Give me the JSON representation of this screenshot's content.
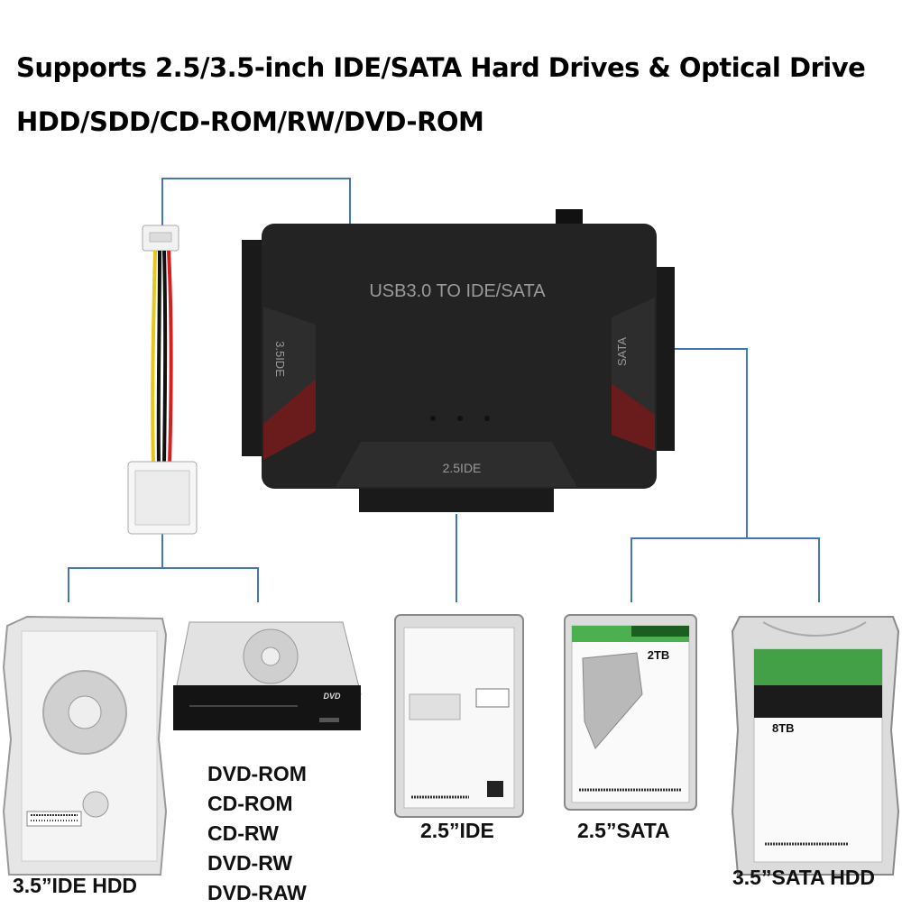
{
  "headline": {
    "line1": "Supports 2.5/3.5-inch IDE/SATA Hard Drives & Optical Drive",
    "line2": "HDD/SDD/CD-ROM/RW/DVD-ROM"
  },
  "adapter": {
    "title": "USB3.0 TO IDE/SATA",
    "port_left": "3.5IDE",
    "port_right": "SATA",
    "port_bottom": "2.5IDE"
  },
  "drives": {
    "hdd35_ide": {
      "caption": "3.5”IDE HDD"
    },
    "optical": {
      "formats": [
        "DVD-ROM",
        "CD-ROM",
        "CD-RW",
        "DVD-RW",
        "DVD-RAW"
      ],
      "dvd_logo": "DVD"
    },
    "hdd25_ide": {
      "caption": "2.5”IDE"
    },
    "hdd25_sata": {
      "caption": "2.5”SATA",
      "capacity": "2TB"
    },
    "hdd35_sata": {
      "caption": "3.5”SATA HDD",
      "capacity": "8TB"
    }
  },
  "colors": {
    "connector_line": "#4472c4",
    "adapter_body": "#1c1c1c",
    "drive_green": "#4caf50"
  }
}
